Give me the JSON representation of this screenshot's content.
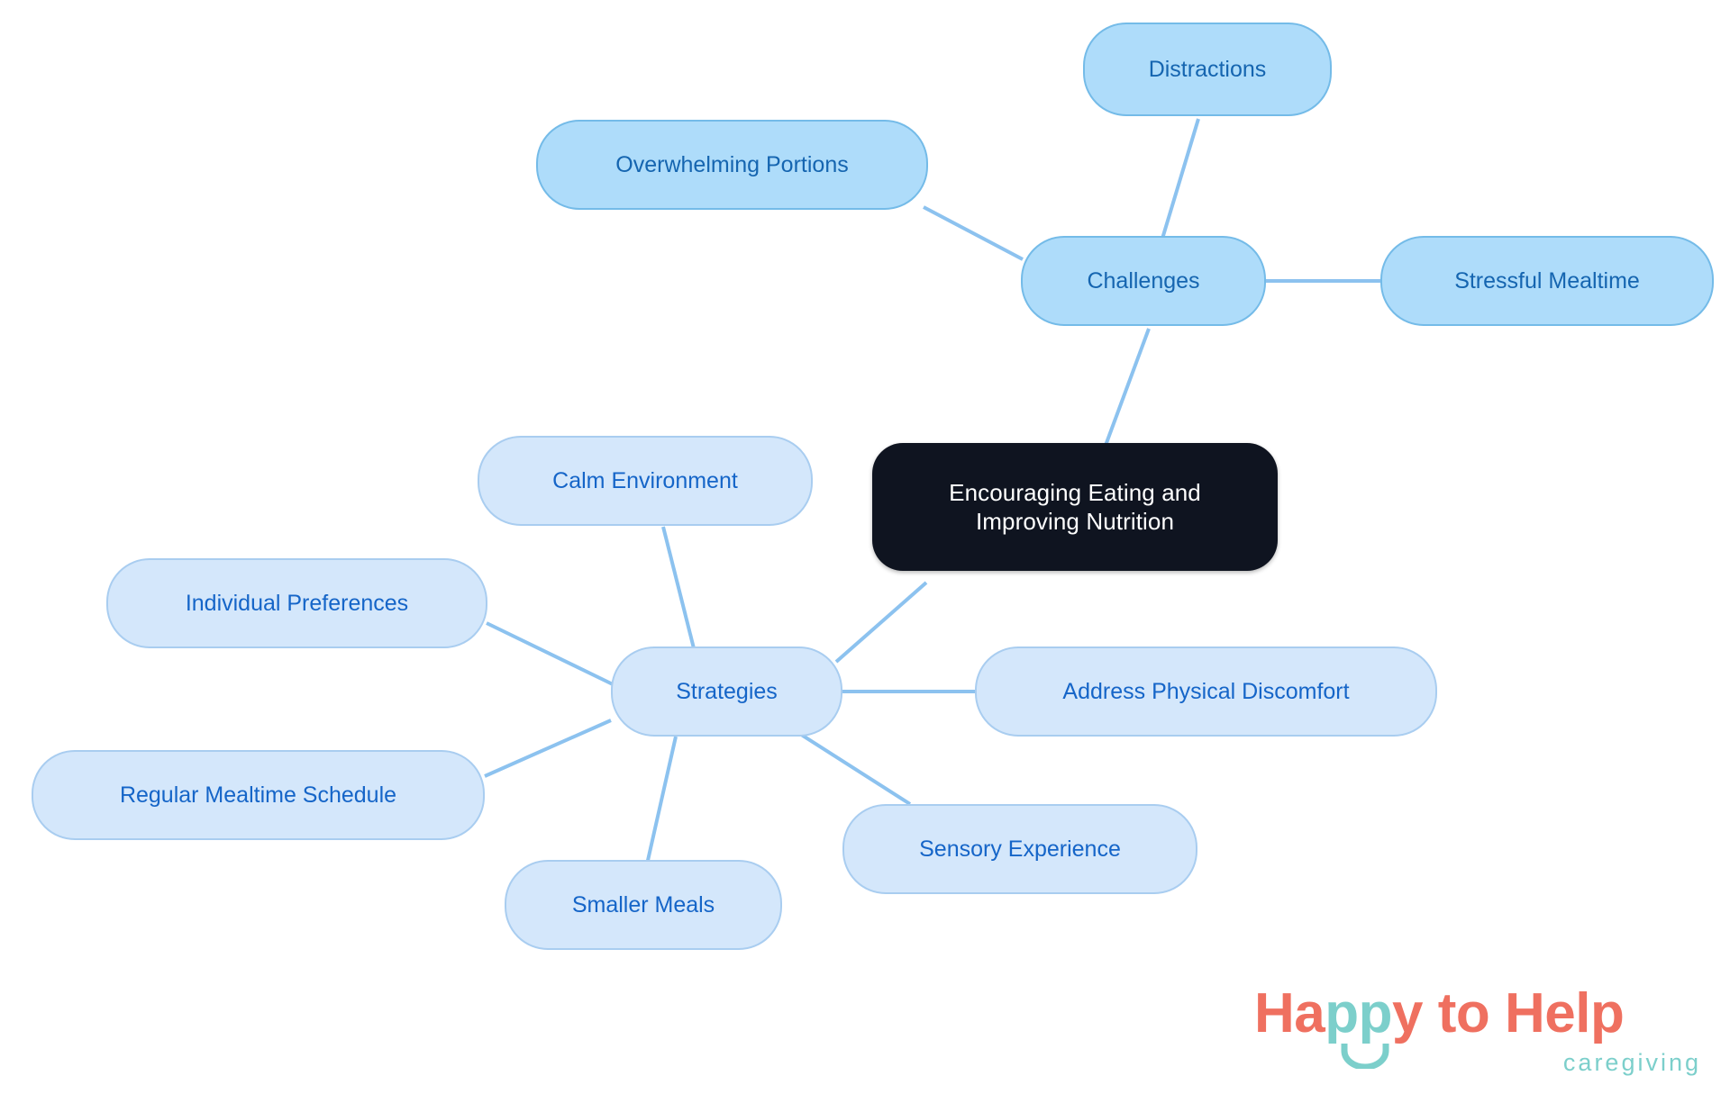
{
  "diagram": {
    "type": "mindmap",
    "root": {
      "id": "root",
      "label": "Encouraging Eating and\nImproving Nutrition"
    },
    "branches": [
      {
        "id": "challenges",
        "label": "Challenges",
        "children": [
          {
            "id": "overwhelming-portions",
            "label": "Overwhelming Portions"
          },
          {
            "id": "distractions",
            "label": "Distractions"
          },
          {
            "id": "stressful-mealtime",
            "label": "Stressful Mealtime"
          }
        ]
      },
      {
        "id": "strategies",
        "label": "Strategies",
        "children": [
          {
            "id": "calm-environment",
            "label": "Calm Environment"
          },
          {
            "id": "individual-preferences",
            "label": "Individual Preferences"
          },
          {
            "id": "regular-mealtime-schedule",
            "label": "Regular Mealtime Schedule"
          },
          {
            "id": "smaller-meals",
            "label": "Smaller Meals"
          },
          {
            "id": "sensory-experience",
            "label": "Sensory Experience"
          },
          {
            "id": "address-physical-discomfort",
            "label": "Address Physical Discomfort"
          }
        ]
      }
    ]
  },
  "logo": {
    "word1": "Ha",
    "word2": "pp",
    "word3": "y to Help",
    "tagline": "caregiving",
    "colors": {
      "coral": "#ef7060",
      "teal": "#7ccfcb"
    }
  },
  "colors": {
    "background": "#ffffff",
    "root_fill": "#0f1420",
    "root_text": "#ffffff",
    "branch1_fill": "#aedcfa",
    "branch1_border": "#74bbe8",
    "branch1_text": "#1565b0",
    "branch2_fill": "#d4e7fb",
    "branch2_border": "#a9cdf0",
    "branch2_text": "#1565c8",
    "edge": "#8cc2ef"
  }
}
